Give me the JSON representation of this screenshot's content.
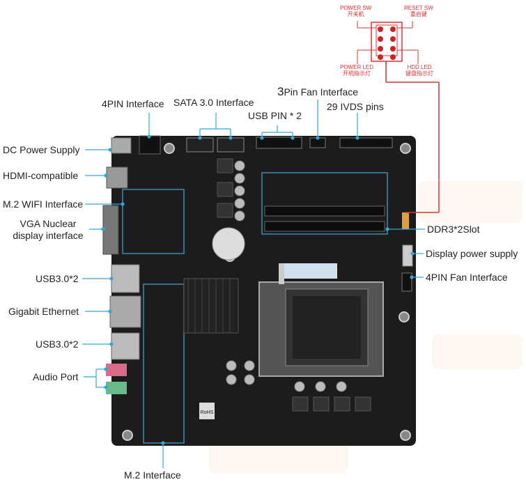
{
  "labels": {
    "dc_power": "DC Power Supply",
    "hdmi": "HDMI-compatible",
    "m2_wifi": "M.2 WIFI Interface",
    "vga_line1": "VGA Nuclear",
    "vga_line2": "display interface",
    "usb3_top": "USB3.0*2",
    "gigabit": "Gigabit Ethernet",
    "usb3_bottom": "USB3.0*2",
    "audio": "Audio Port",
    "m2": "M.2 Interface",
    "pin4": "4PIN Interface",
    "sata": "SATA 3.0 Interface",
    "usb_pin": "USB PIN * 2",
    "fan3_prefix": "3",
    "fan3": "Pin Fan Interface",
    "ivds": "29 IVDS pins",
    "ddr3": "DDR3*2Slot",
    "display_power": "Display power supply",
    "fan4": "4PIN Fan Interface"
  },
  "front_panel": {
    "power_sw_en": "POWER SW",
    "power_sw_cn": "开关机",
    "reset_sw_en": "RESET SW",
    "reset_sw_cn": "重启键",
    "power_led_en": "POWER LED",
    "power_led_cn": "开机指示灯",
    "hdd_led_en": "HDD LED",
    "hdd_led_cn": "键盘指示灯"
  },
  "board_print": {
    "rohs": "RoHS"
  },
  "colors": {
    "leader_line": "#2fa8d8",
    "panel_red": "#e03030",
    "board": "#1c1c1c"
  }
}
